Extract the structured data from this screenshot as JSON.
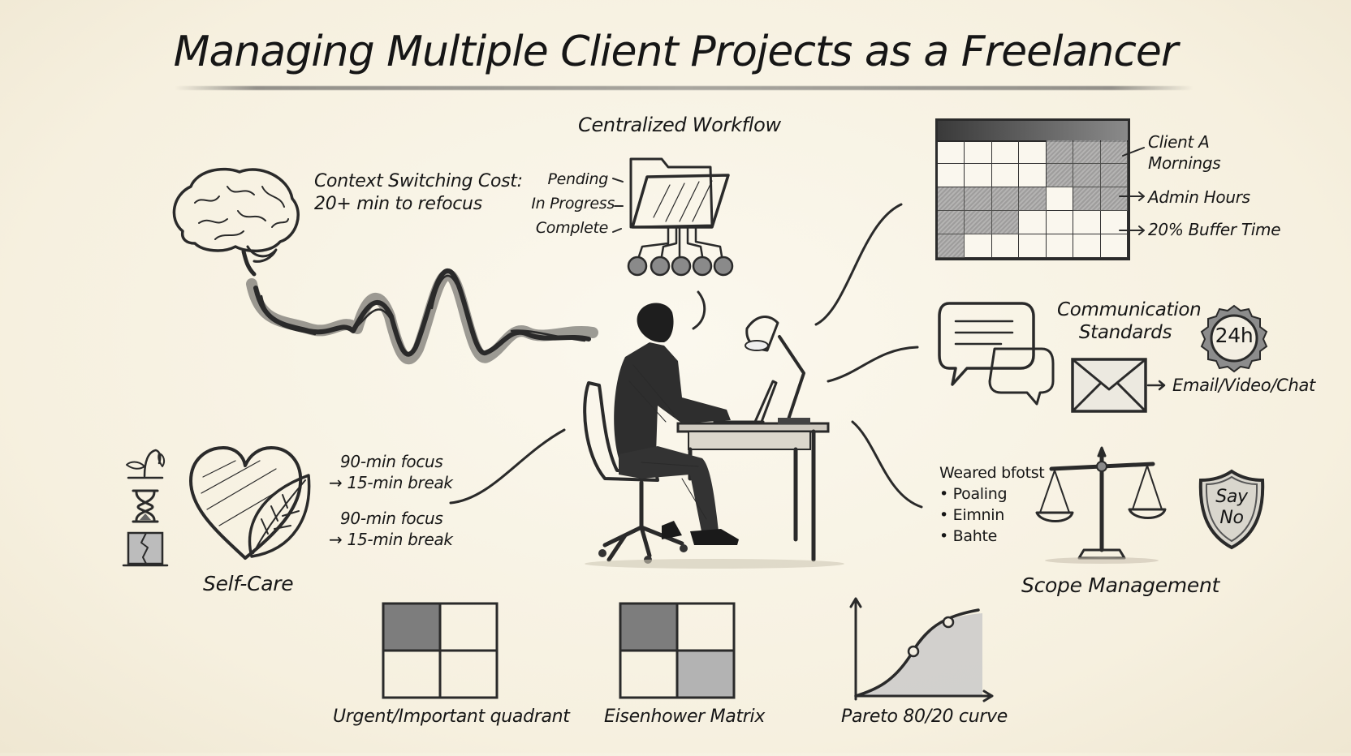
{
  "title": "Managing Multiple Client Projects as a Freelancer",
  "colors": {
    "background": "#f7f2e3",
    "ink": "#1c1c1c",
    "pencil_shade": "#8e8e8e"
  },
  "context_switching": {
    "label_line1": "Context Switching Cost:",
    "label_line2": "20+ min to refocus",
    "icon": "brain-icon"
  },
  "centralized_workflow": {
    "heading": "Centralized Workflow",
    "statuses": [
      "Pending",
      "In Progress",
      "Complete"
    ],
    "node_count": 5,
    "icon": "folder-icon"
  },
  "time_blocking": {
    "calendar": {
      "columns": 7,
      "rows": 5,
      "shaded_cells": [
        [
          0,
          4
        ],
        [
          0,
          5
        ],
        [
          0,
          6
        ],
        [
          1,
          4
        ],
        [
          1,
          5
        ],
        [
          1,
          6
        ],
        [
          2,
          0
        ],
        [
          2,
          1
        ],
        [
          2,
          2
        ],
        [
          2,
          3
        ],
        [
          2,
          5
        ],
        [
          2,
          6
        ],
        [
          3,
          0
        ],
        [
          3,
          1
        ],
        [
          3,
          2
        ],
        [
          4,
          0
        ]
      ]
    },
    "labels": [
      "Client A",
      "Mornings",
      "Admin Hours",
      "20% Buffer Time"
    ]
  },
  "communication": {
    "heading_line1": "Communication",
    "heading_line2": "Standards",
    "badge": "24h",
    "channels": "Email/Video/Chat"
  },
  "self_care": {
    "heading": "Self-Care",
    "schedule": [
      {
        "line1": "90-min focus",
        "line2": "→ 15-min break"
      },
      {
        "line1": "90-min focus",
        "line2": "→ 15-min break"
      }
    ],
    "side_icons": [
      "wilting-plant-icon",
      "hourglass-icon",
      "cracked-wall-icon"
    ]
  },
  "scope_management": {
    "heading": "Scope Management",
    "list_title": "Weared bfotst",
    "list_items": [
      "Poaling",
      "Eimnin",
      "Bahte"
    ],
    "shield_line1": "Say",
    "shield_line2": "No"
  },
  "prioritization": {
    "items": [
      {
        "label": "Urgent/Important quadrant",
        "shaded": [
          "top-left"
        ]
      },
      {
        "label": "Eisenhower Matrix",
        "shaded": [
          "top-left",
          "bottom-right"
        ]
      },
      {
        "label": "Pareto 80/20 curve"
      }
    ]
  }
}
